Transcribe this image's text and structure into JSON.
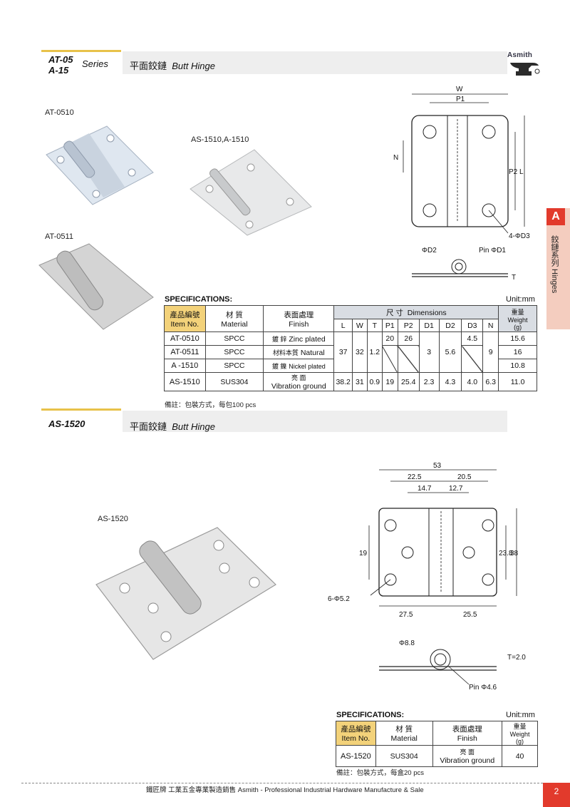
{
  "section1": {
    "series_code_1": "AT-05",
    "series_code_2": "A-15",
    "series_word": "Series",
    "title_zh": "平面鉸鏈",
    "title_en": "Butt Hinge"
  },
  "section2": {
    "series_code": "AS-1520",
    "title_zh": "平面鉸鏈",
    "title_en": "Butt Hinge"
  },
  "logo": {
    "text": "Asmith"
  },
  "side_tab": {
    "letter": "A",
    "text": "鉸鏈系列 Hinges"
  },
  "photo_labels": {
    "at0510": "AT-0510",
    "as1510": "AS-1510,A-1510",
    "at0511": "AT-0511",
    "as1520": "AS-1520"
  },
  "drawing1": {
    "W": "W",
    "P1": "P1",
    "N": "N",
    "P2": "P2",
    "L": "L",
    "D3": "4-ΦD3",
    "D2": "ΦD2",
    "D1": "Pin ΦD1",
    "T": "T"
  },
  "drawing2": {
    "d53": "53",
    "d225": "22.5",
    "d205": "20.5",
    "d147": "14.7",
    "d127": "12.7",
    "d19": "19",
    "d238": "23.8",
    "d38": "38",
    "holes": "6-Φ5.2",
    "d275": "27.5",
    "d255": "25.5",
    "d88": "Φ8.8",
    "t": "T=2.0",
    "pin": "Pin Φ4.6"
  },
  "spec1": {
    "heading": "SPECIFICATIONS:",
    "unit": "Unit:mm",
    "headers": {
      "item_zh": "產品編號",
      "item_en": "Item No.",
      "material_zh": "材 質",
      "material_en": "Material",
      "finish_zh": "表面處理",
      "finish_en": "Finish",
      "dim_zh": "尺 寸",
      "dim_en": "Dimensions",
      "weight_zh": "重量",
      "weight_en": "Weight",
      "weight_unit": "(g)"
    },
    "dim_cols": [
      "L",
      "W",
      "T",
      "P1",
      "P2",
      "D1",
      "D2",
      "D3",
      "N"
    ],
    "rows": [
      {
        "item": "AT-0510",
        "material": "SPCC",
        "finish_zh": "鍍 鋅",
        "finish_en": "Zinc plated",
        "P1": "20",
        "P2": "26",
        "D3": "4.5",
        "weight": "15.6"
      },
      {
        "item": "AT-0511",
        "material": "SPCC",
        "finish_zh": "材料本質",
        "finish_en": "Natural",
        "weight": "16"
      },
      {
        "item": "A -1510",
        "material": "SPCC",
        "finish_zh": "鍍 鎳",
        "finish_en": "Nickel plated",
        "weight": "10.8"
      },
      {
        "item": "AS-1510",
        "material": "SUS304",
        "finish_zh": "亮 面",
        "finish_en": "Vibration ground",
        "L": "38.2",
        "W": "31",
        "T": "0.9",
        "P1": "19",
        "P2": "25.4",
        "D1": "2.3",
        "D2": "4.3",
        "D3": "4.0",
        "N": "6.3",
        "weight": "11.0"
      }
    ],
    "shared": {
      "L": "37",
      "W": "32",
      "T": "1.2",
      "D1": "3",
      "D2": "5.6",
      "N": "9"
    },
    "note": "備註：包裝方式，每包100 pcs"
  },
  "spec2": {
    "heading": "SPECIFICATIONS:",
    "unit": "Unit:mm",
    "headers": {
      "item_zh": "產品編號",
      "item_en": "Item No.",
      "material_zh": "材 質",
      "material_en": "Material",
      "finish_zh": "表面處理",
      "finish_en": "Finish",
      "weight_zh": "重量",
      "weight_en": "Weight",
      "weight_unit": "(g)"
    },
    "row": {
      "item": "AS-1520",
      "material": "SUS304",
      "finish_zh": "亮 面",
      "finish_en": "Vibration ground",
      "weight": "40"
    },
    "note": "備註：包裝方式，每盒20 pcs"
  },
  "footer": {
    "text": "鐵匠牌 工業五金專業製造銷售 Asmith - Professional Industrial Hardware Manufacture & Sale",
    "page": "2"
  }
}
